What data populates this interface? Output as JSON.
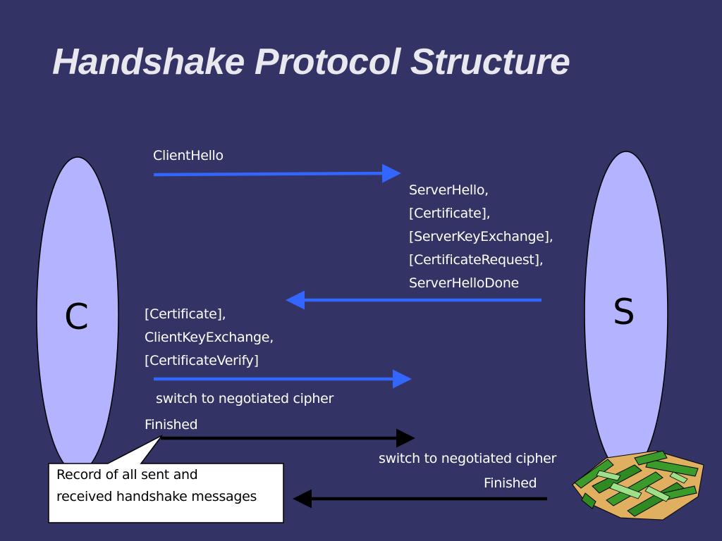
{
  "title": "Handshake Protocol Structure",
  "parties": {
    "client": "C",
    "server": "S"
  },
  "messages": {
    "client_hello": "ClientHello",
    "server_batch": [
      "ServerHello,",
      "[Certificate],",
      "[ServerKeyExchange],",
      "[CertificateRequest],",
      "ServerHelloDone"
    ],
    "client_batch": [
      "[Certificate],",
      "ClientKeyExchange,",
      "[CertificateVerify]"
    ],
    "client_switch": "switch to negotiated cipher",
    "client_finished": "Finished",
    "server_switch": "switch to negotiated cipher",
    "server_finished": "Finished"
  },
  "callout": {
    "lines": [
      "Record of all sent and",
      "received handshake messages"
    ]
  },
  "colors": {
    "background": "#333366",
    "party_fill": "#b3b3ff",
    "arrow_plain": "#3366ff",
    "arrow_encrypted": "#000000"
  }
}
